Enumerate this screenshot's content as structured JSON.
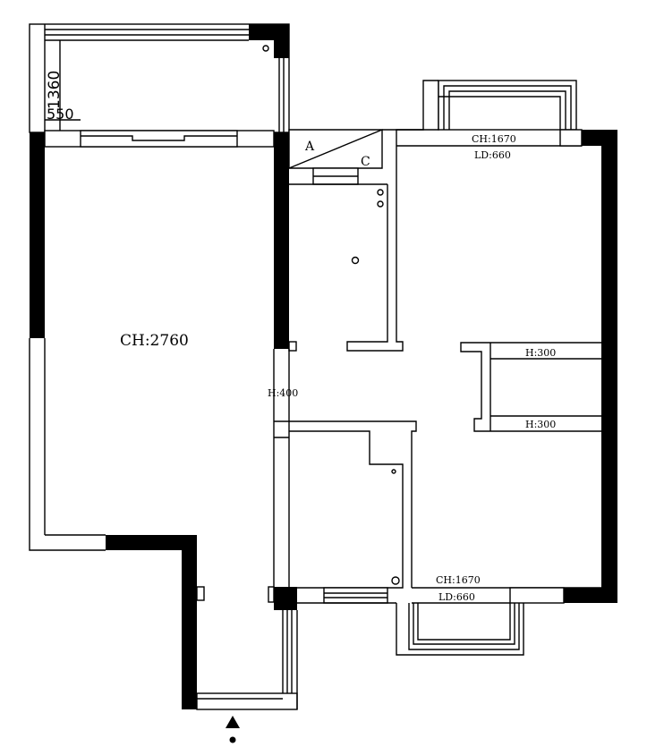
{
  "labels": {
    "living_room_ceiling": "CH:2760",
    "balcony_dim_vertical": "1360",
    "balcony_dim_horizontal": "550",
    "kitchen_mark_a": "A",
    "kitchen_mark_c": "C",
    "top_window_ch": "CH:1670",
    "top_window_ld": "LD:660",
    "bottom_window_ch": "CH:1670",
    "bottom_window_ld": "LD:660",
    "shelf_top_h": "H:300",
    "shelf_bottom_h": "H:300",
    "partition_h": "H:400"
  },
  "colors": {
    "wall": "#000000",
    "background": "#ffffff"
  }
}
